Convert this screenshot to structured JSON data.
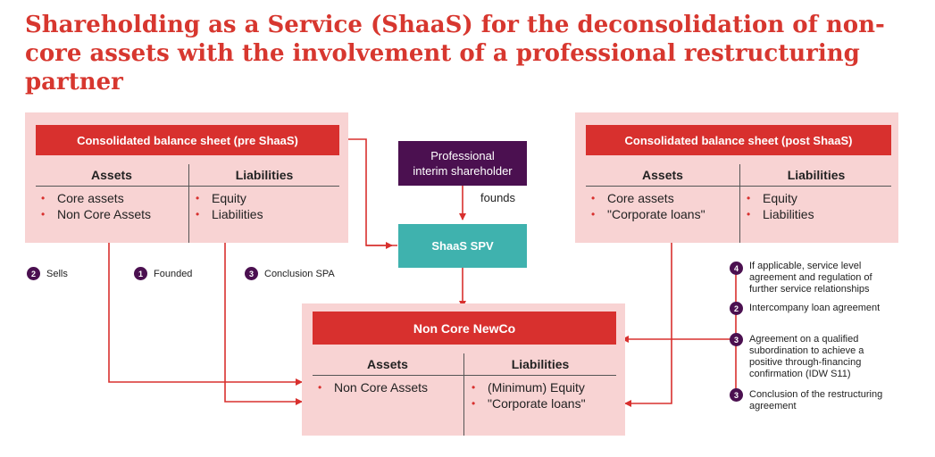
{
  "title": "Shareholding as a Service (ShaaS) for the deconsolidation of non-core assets with the involvement of a professional restructuring partner",
  "pre": {
    "header": "Consolidated balance sheet (pre ShaaS)",
    "assets_label": "Assets",
    "liabilities_label": "Liabilities",
    "assets": [
      "Core assets",
      "Non Core Assets"
    ],
    "liabilities": [
      "Equity",
      "Liabilities"
    ]
  },
  "post": {
    "header": "Consolidated balance sheet (post ShaaS)",
    "assets_label": "Assets",
    "liabilities_label": "Liabilities",
    "assets": [
      "Core assets",
      "\"Corporate loans\""
    ],
    "liabilities": [
      "Equity",
      "Liabilities"
    ]
  },
  "newco": {
    "header": "Non Core NewCo",
    "assets_label": "Assets",
    "liabilities_label": "Liabilities",
    "assets": [
      "Non Core Assets"
    ],
    "liabilities": [
      "(Minimum) Equity",
      "\"Corporate loans\""
    ]
  },
  "shareholder": {
    "line1": "Professional",
    "line2": "interim shareholder"
  },
  "founds_label": "founds",
  "spv_label": "ShaaS SPV",
  "left_steps": [
    {
      "num": "2",
      "text": "Sells"
    },
    {
      "num": "1",
      "text": "Founded"
    },
    {
      "num": "3",
      "text": "Conclusion SPA"
    }
  ],
  "right_steps": [
    {
      "num": "4",
      "text": "If applicable, service level agreement and regulation of further service relationships"
    },
    {
      "num": "2",
      "text": "Intercompany loan agreement"
    },
    {
      "num": "3",
      "text": "Agreement on a qualified subordination to achieve a positive through-financing confirmation (IDW S11)"
    },
    {
      "num": "3",
      "text": "Conclusion of the restructuring agreement"
    }
  ],
  "colors": {
    "title": "#d7372f",
    "header_red": "#d8302e",
    "panel_pink": "#f8d3d3",
    "purple": "#4b1050",
    "teal": "#3fb2ae",
    "arrow": "#d8302e"
  }
}
